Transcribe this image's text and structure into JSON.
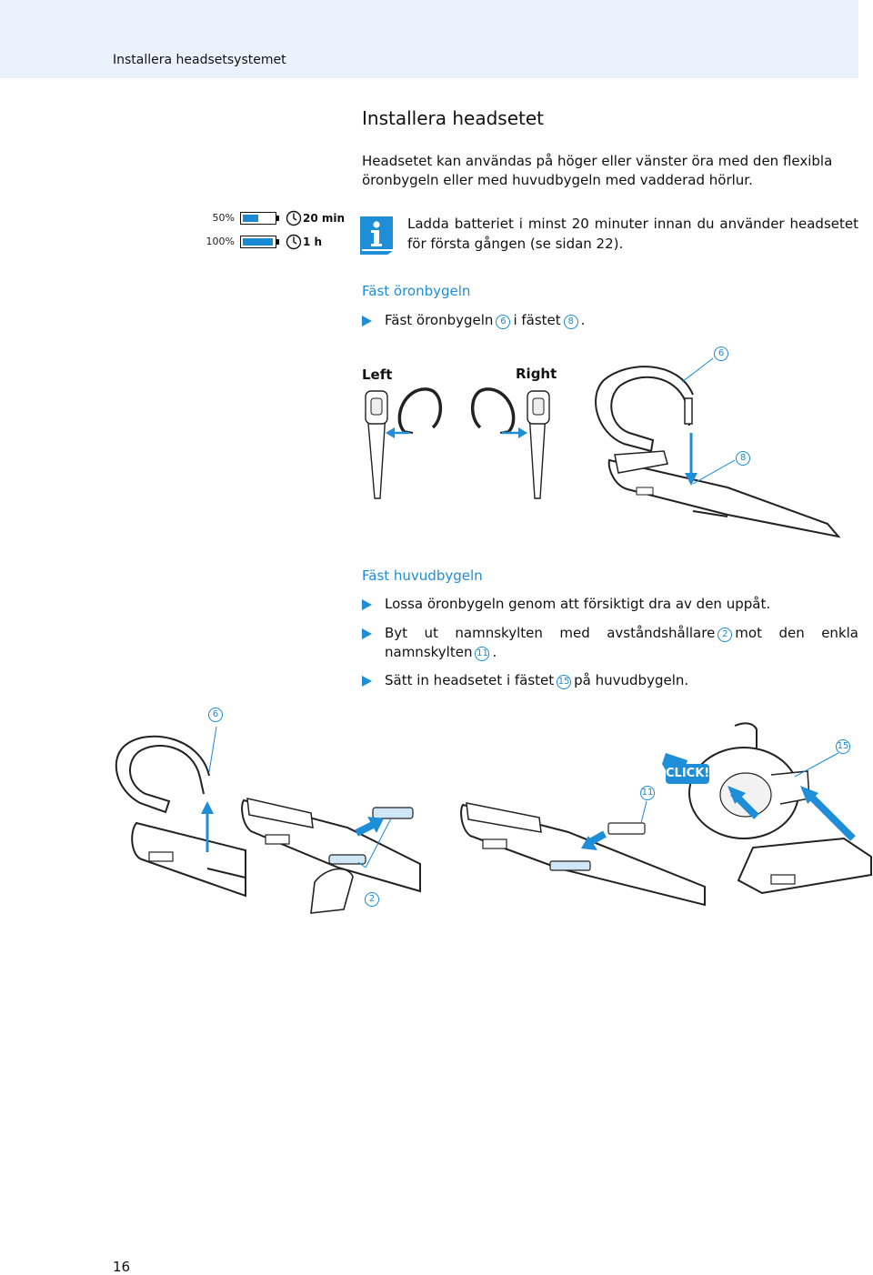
{
  "header": {
    "section_title": "Installera headsetsystemet"
  },
  "page_title": "Installera headsetet",
  "intro": "Headsetet kan användas på höger eller vänster öra med den flexibla öronbygeln eller med huvudbygeln med vadderad hörlur.",
  "battery": {
    "rows": [
      {
        "percent": "50%",
        "time": "20 min",
        "fill": 0.5
      },
      {
        "percent": "100%",
        "time": "1 h",
        "fill": 1.0
      }
    ],
    "color": "#1a8ad4"
  },
  "info_note": "Ladda batteriet i minst 20 minuter innan du använder headsetet för första gången (se sidan 22).",
  "section_earhook": {
    "title": "Fäst öronbygeln",
    "step1": {
      "pre": "Fäst öronbygeln",
      "ref1": "6",
      "mid": "i fästet",
      "ref2": "8",
      "post": "."
    },
    "label_left": "Left",
    "label_right": "Right",
    "callout_6": "6",
    "callout_8": "8"
  },
  "section_headband": {
    "title": "Fäst huvudbygeln",
    "step1": "Lossa öronbygeln genom att försiktigt dra av den uppåt.",
    "step2": {
      "pre": "Byt ut namnskylten med avståndshållare",
      "ref1": "2",
      "mid": "mot den enkla namnskylten",
      "ref2": "11",
      "post": "."
    },
    "step3": {
      "pre": "Sätt in headsetet i fästet",
      "ref1": "15",
      "post": "på huvudbygeln."
    },
    "callout_6": "6",
    "callout_2": "2",
    "callout_11": "11",
    "callout_15": "15",
    "click_label": "CLICK!"
  },
  "page_number": "16",
  "colors": {
    "accent": "#1f8ed8",
    "header_bg": "#eaf3fb"
  },
  "icons": [
    "battery-icon",
    "clock-icon",
    "info-icon",
    "bullet-triangle-icon",
    "arrow-icon"
  ]
}
